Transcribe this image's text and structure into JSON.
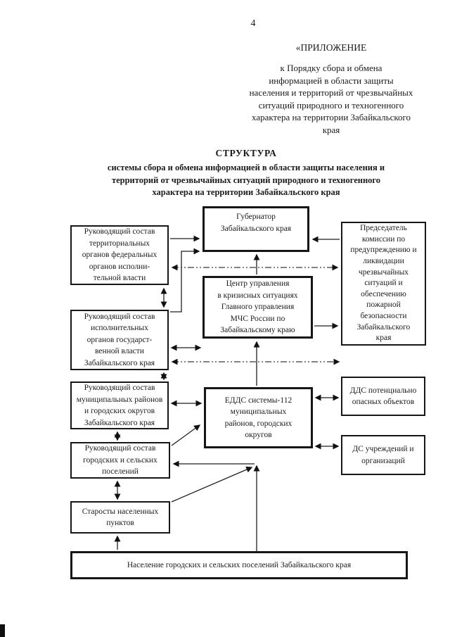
{
  "page_number": "4",
  "header": {
    "appendix_heading": "«ПРИЛОЖЕНИЕ",
    "appendix_text": "к Порядку сбора и обмена\nинформацией в области защиты\nнаселения и территорий от чрезвычайных\nситуаций природного и техногенного\nхарактера  на территории Забайкальского\nкрая"
  },
  "title": {
    "main": "СТРУКТУРА",
    "subtitle": "системы сбора и обмена информацией в области защиты населения и\nтерриторий от чрезвычайных ситуаций природного и техногенного\nхарактера на территории Забайкальского края"
  },
  "diagram": {
    "nodes": {
      "territorial": {
        "label": "Руководящий состав\nтерриториальных\nорганов федеральных\nорганов исполни-\nтельной власти"
      },
      "governor": {
        "label": "Губернатор\nЗабайкальского края"
      },
      "chairman": {
        "label": "Председатель\nкомиссии по\nпредупреждению и\nликвидации\nчрезвычайных\nситуаций и\nобеспечению\nпожарной\nбезопасности\nЗабайкальского\nкрая"
      },
      "crisis_center": {
        "label": "Центр управления\nв кризисных ситуациях\nГлавного управления\nМЧС России по\nЗабайкальскому краю"
      },
      "executive": {
        "label": "Руководящий состав\nисполнительных\nорганов государст-\nвенной власти\nЗабайкальского края"
      },
      "municipal": {
        "label": "Руководящий состав\nмуниципальных районов\nи городских округов\nЗабайкальского края"
      },
      "edds": {
        "label": "ЕДДС  системы-112\nмуниципальных\nрайонов, городских\nокругов"
      },
      "dds": {
        "label": "ДДС потенциально\nопасных объектов"
      },
      "ds": {
        "label": "ДС учреждений и\nорганизаций"
      },
      "settlements": {
        "label": "Руководящий состав\nгородских и сельских\nпоселений"
      },
      "elders": {
        "label": "Старосты населенных\nпунктов"
      },
      "population": {
        "label": "Население городских и сельских поселений Забайкальского края"
      }
    }
  },
  "colors": {
    "ink": "#1b1b1b",
    "paper": "#ffffff"
  }
}
